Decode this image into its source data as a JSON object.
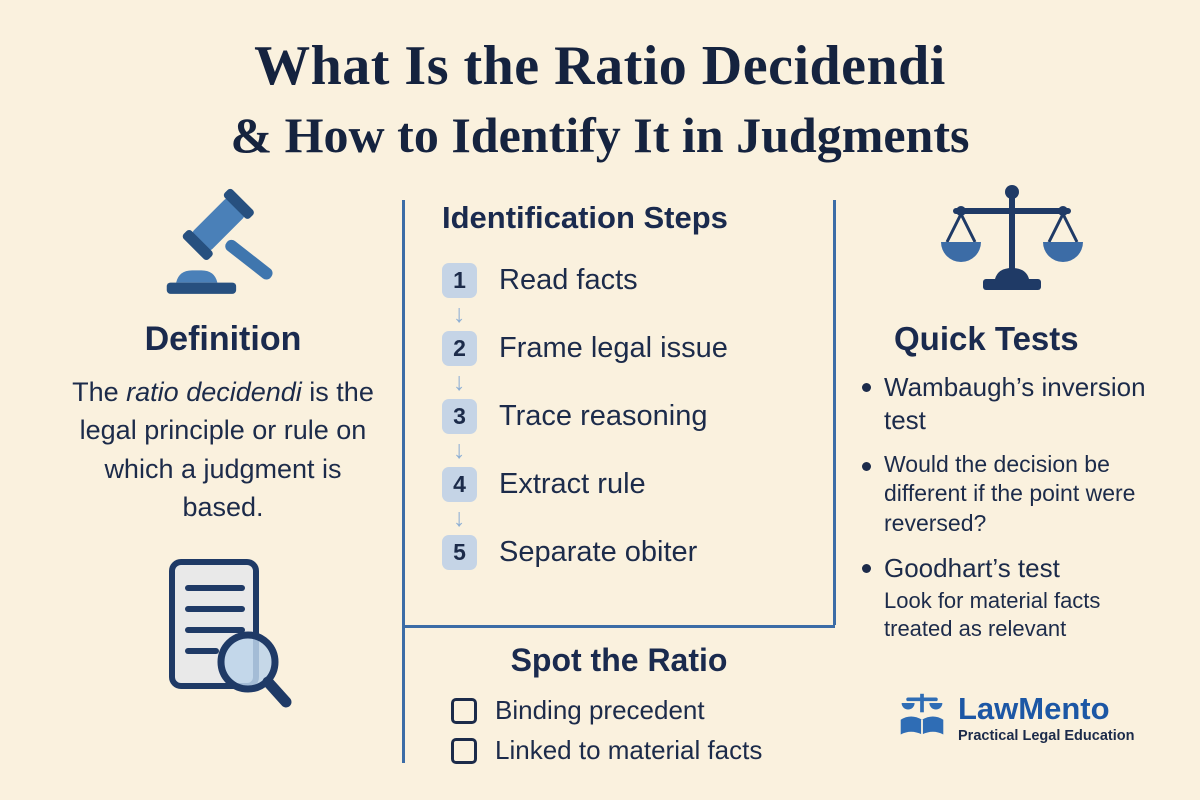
{
  "title": {
    "line1": "What Is the Ratio Decidendi",
    "line2": "& How to Identify It in Judgments"
  },
  "definition": {
    "heading": "Definition",
    "text_prefix": "The ",
    "term": "ratio decidendi",
    "text_suffix": " is the legal principle or rule on which a judgment is based."
  },
  "steps": {
    "heading": "Identification Steps",
    "items": [
      {
        "num": "1",
        "label": "Read facts"
      },
      {
        "num": "2",
        "label": "Frame legal issue"
      },
      {
        "num": "3",
        "label": "Trace reasoning"
      },
      {
        "num": "4",
        "label": "Extract rule"
      },
      {
        "num": "5",
        "label": "Separate obiter"
      }
    ]
  },
  "spot": {
    "heading": "Spot the Ratio",
    "items": [
      "Binding precedent",
      "Linked to material facts"
    ]
  },
  "quick_tests": {
    "heading": "Quick Tests",
    "items": [
      {
        "text": "Wambaugh’s inversion test"
      },
      {
        "text": "Would the decision be different if the point were reversed?"
      },
      {
        "text": "Goodhart’s test",
        "sub": "Look for material facts treated as relevant"
      }
    ]
  },
  "brand": {
    "name": "LawMento",
    "tagline": "Practical Legal Education"
  },
  "icons": {
    "arrow_down": "↓"
  },
  "colors": {
    "background": "#faf1de",
    "navy_text": "#1c2b4a",
    "divider_blue": "#3c6ca6",
    "badge_bg": "#c5d4e6",
    "icon_blue": "#4a80b8",
    "icon_dark_blue": "#27507f",
    "brand_blue": "#1c57a5"
  }
}
